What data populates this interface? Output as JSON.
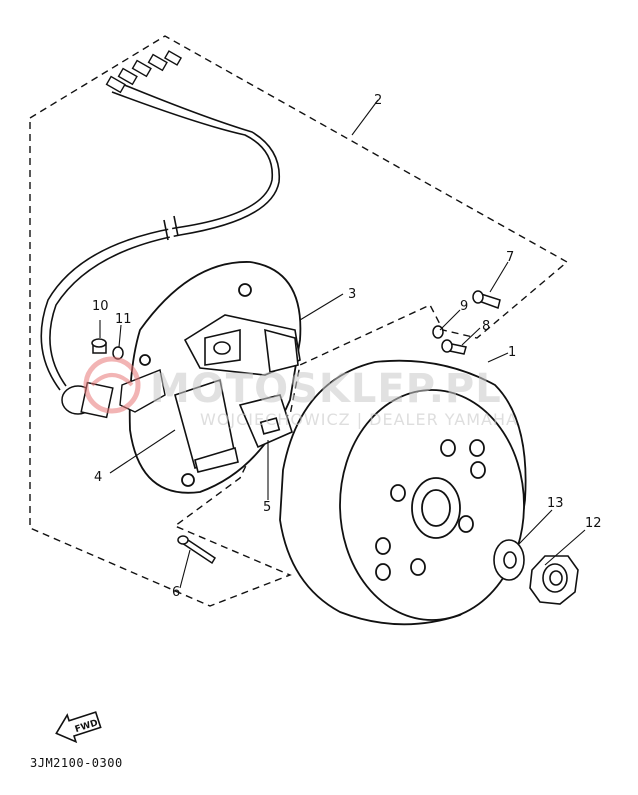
{
  "callouts": [
    "1",
    "2",
    "3",
    "4",
    "5",
    "6",
    "7",
    "8",
    "9",
    "10",
    "11",
    "12",
    "13"
  ],
  "fwd_label": "FWD",
  "drawing_code": "3JM2100-0300",
  "watermark": {
    "main": "MOTOSKLEP.PL",
    "sub": "WOJCIECHOWICZ | DEALER YAMAHA"
  },
  "colors": {
    "line": "#111111",
    "watermark_red": "#e87878",
    "watermark_gray": "#c8c8c8"
  }
}
